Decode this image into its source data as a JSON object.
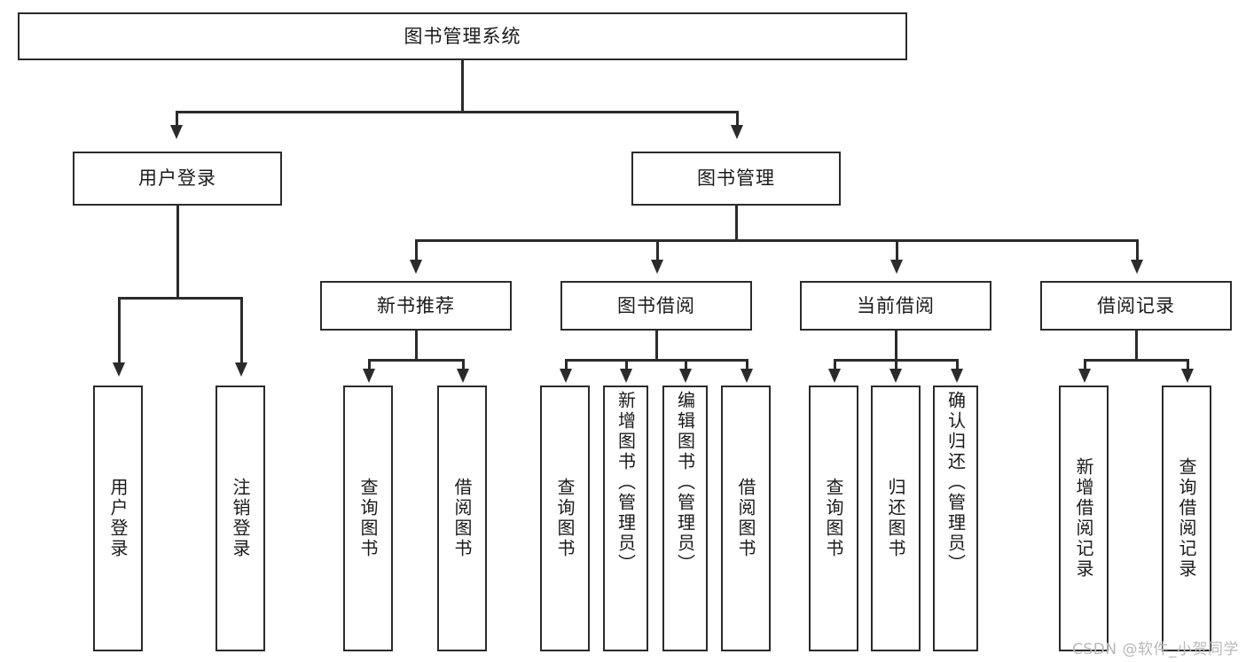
{
  "diagram": {
    "title": "图书管理系统",
    "watermark": "CSDN @软件_小贺同学",
    "colors": {
      "stroke": "#2b2b2b",
      "text": "#1a1a1a",
      "background": "#ffffff",
      "watermark": "#b9b9b9"
    },
    "root": {
      "label": "图书管理系统"
    },
    "level2": [
      {
        "label": "用户登录"
      },
      {
        "label": "图书管理"
      }
    ],
    "level3": [
      {
        "label": "新书推荐"
      },
      {
        "label": "图书借阅"
      },
      {
        "label": "当前借阅"
      },
      {
        "label": "借阅记录"
      }
    ],
    "leaves": {
      "user_login": [
        {
          "label": "用户登录"
        },
        {
          "label": "注销登录"
        }
      ],
      "new_book": [
        {
          "label": "查询图书"
        },
        {
          "label": "借阅图书"
        }
      ],
      "book_borrow": [
        {
          "label": "查询图书"
        },
        {
          "label": "新增图书（管理员）"
        },
        {
          "label": "编辑图书（管理员）"
        },
        {
          "label": "借阅图书"
        }
      ],
      "current_borrow": [
        {
          "label": "查询图书"
        },
        {
          "label": "归还图书"
        },
        {
          "label": "确认归还（管理员）"
        }
      ],
      "borrow_record": [
        {
          "label": "新增借阅记录"
        },
        {
          "label": "查询借阅记录"
        }
      ]
    }
  }
}
